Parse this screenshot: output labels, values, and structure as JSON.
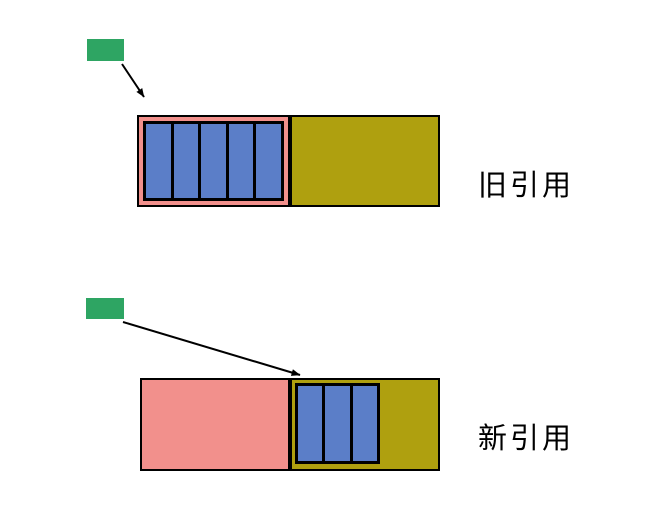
{
  "colors": {
    "background": "#ffffff",
    "pointer_green": "#2ea563",
    "array_pink": "#f2908c",
    "slot_blue": "#5b7ec8",
    "free_yellow": "#afa00f",
    "outline_black": "#000000"
  },
  "diagrams": {
    "old": {
      "label": "旧引用",
      "slots": 5
    },
    "new": {
      "label": "新引用",
      "slots": 3
    }
  }
}
